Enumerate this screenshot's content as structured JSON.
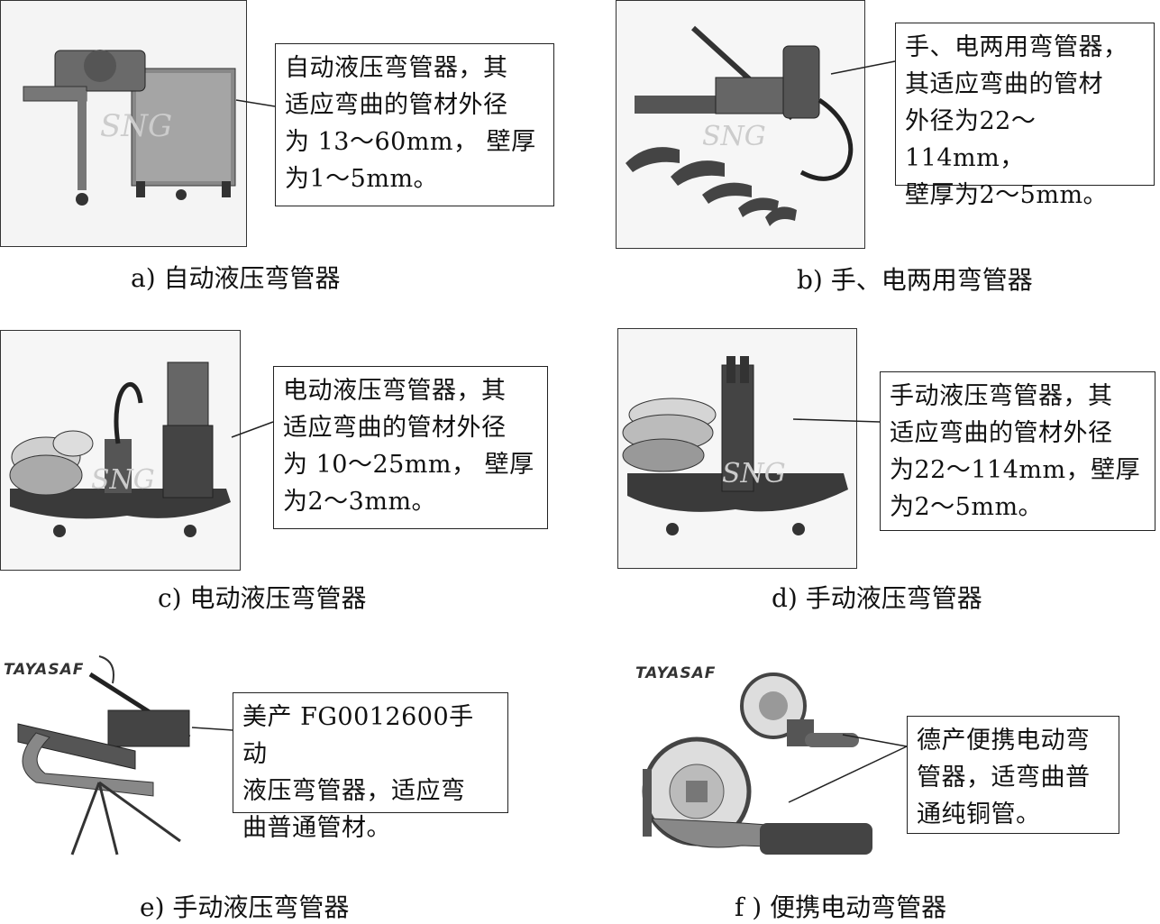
{
  "figures": [
    {
      "id": "a",
      "caption": "a) 自动液压弯管器",
      "callout": [
        "自动液压弯管器，其",
        "适应弯曲的管材外径",
        "为 13～60mm， 壁厚",
        "为1～5mm。"
      ]
    },
    {
      "id": "b",
      "caption": "b) 手、电两用弯管器",
      "callout": [
        "手、电两用弯管器，",
        "其适应弯曲的管材",
        "外径为22～114mm，",
        "壁厚为2～5mm。"
      ]
    },
    {
      "id": "c",
      "caption": "c) 电动液压弯管器",
      "callout": [
        "电动液压弯管器，其",
        "适应弯曲的管材外径",
        "为 10～25mm， 壁厚",
        "为2～3mm。"
      ]
    },
    {
      "id": "d",
      "caption": "d) 手动液压弯管器",
      "callout": [
        "手动液压弯管器，其",
        "适应弯曲的管材外径",
        "为22～114mm，壁厚",
        "为2～5mm。"
      ]
    },
    {
      "id": "e",
      "caption": "e) 手动液压弯管器",
      "callout": [
        "美产 FG0012600手动",
        "液压弯管器，适应弯",
        "曲普通管材。"
      ],
      "logo": "TAYASAF"
    },
    {
      "id": "f",
      "caption": "f ) 便携电动弯管器",
      "callout": [
        "德产便携电动弯",
        "管器，适弯曲普",
        "通纯铜管。"
      ],
      "logo": "TAYASAF"
    }
  ]
}
